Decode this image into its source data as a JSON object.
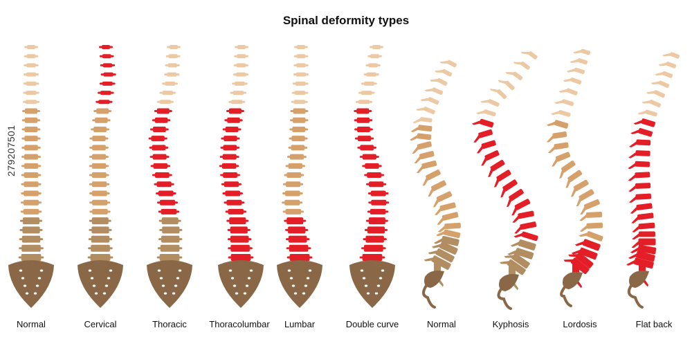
{
  "title": "Spinal deformity types",
  "stock_id": "279207501",
  "colors": {
    "light": "#ecc9a3",
    "mid": "#d6a06b",
    "dark": "#b38d62",
    "highlight": "#e41e26",
    "sacrum": "#8a6847",
    "hole": "#ffffff"
  },
  "front_views": [
    {
      "label": "Normal",
      "highlight_region": "none"
    },
    {
      "label": "Cervical",
      "highlight_region": "cervical"
    },
    {
      "label": "Thoracic",
      "highlight_region": "thoracic"
    },
    {
      "label": "Thoracolumbar",
      "highlight_region": "thoracolumbar"
    },
    {
      "label": "Lumbar",
      "highlight_region": "lumbar"
    },
    {
      "label": "Double curve",
      "highlight_region": "thoracic-lumbar"
    }
  ],
  "side_views": [
    {
      "label": "Normal",
      "highlight_region": "none"
    },
    {
      "label": "Kyphosis",
      "highlight_region": "thoracic"
    },
    {
      "label": "Lordosis",
      "highlight_region": "lumbar"
    },
    {
      "label": "Flat back",
      "highlight_region": "thoracic-lumbar"
    }
  ]
}
